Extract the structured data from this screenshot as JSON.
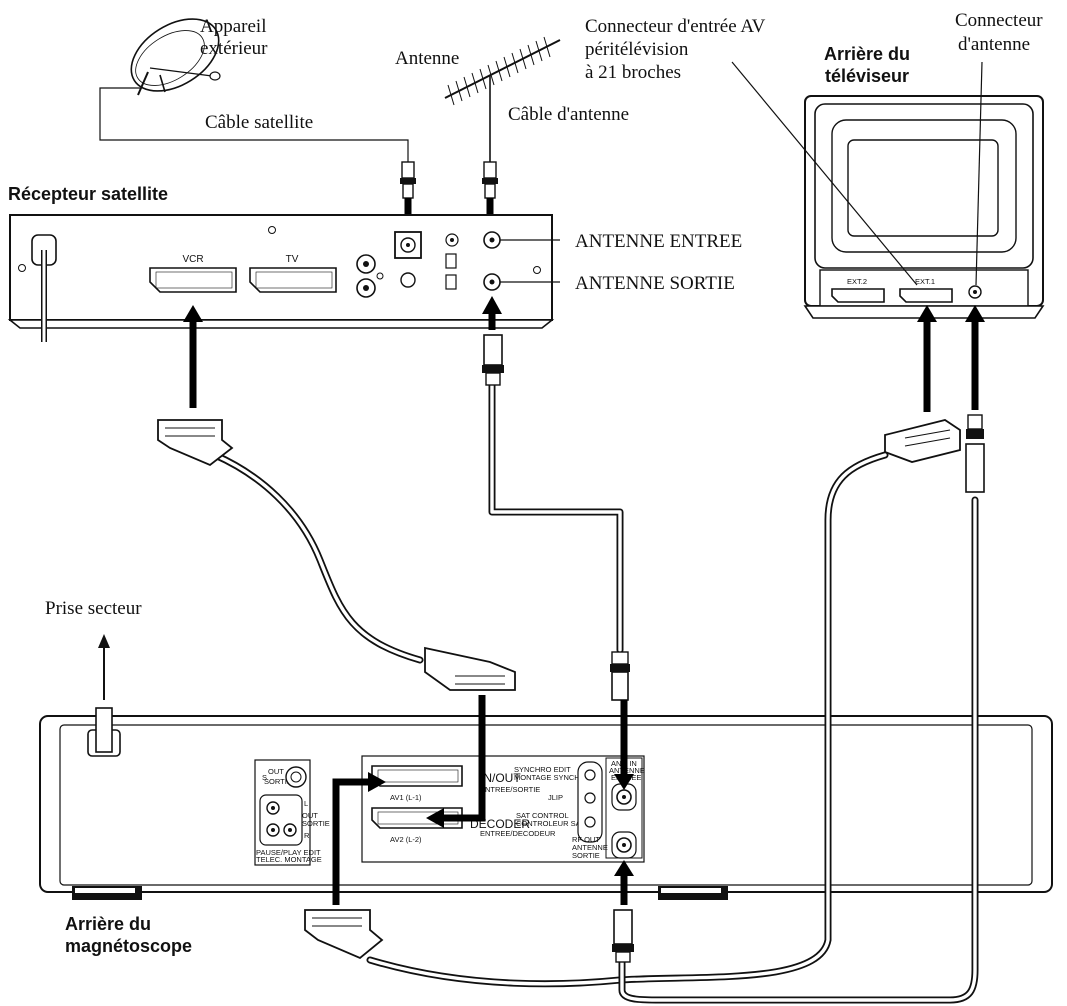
{
  "labels": {
    "outdoor_unit_1": "Appareil",
    "outdoor_unit_2": "extérieur",
    "satellite_cable": "Câble satellite",
    "antenna": "Antenne",
    "antenna_cable": "Câble d'antenne",
    "av_connector_1": "Connecteur d'entrée AV",
    "av_connector_2": "péritélévision",
    "av_connector_3": "à 21 broches",
    "antenna_connector_1": "Connecteur",
    "antenna_connector_2": "d'antenne",
    "tv_back_1": "Arrière du",
    "tv_back_2": "téléviseur",
    "satellite_receiver": "Récepteur satellite",
    "antenna_in": "ANTENNE ENTREE",
    "antenna_out": "ANTENNE SORTIE",
    "mains_socket": "Prise secteur",
    "vcr_back_1": "Arrière du",
    "vcr_back_2": "magnétoscope"
  },
  "satellite_panel": {
    "vcr": "VCR",
    "tv": "TV"
  },
  "tv_panel": {
    "ext2": "EXT.2",
    "ext1": "EXT.1"
  },
  "vcr_panel": {
    "s_out": "S",
    "s_out_2": "OUT",
    "s_sortie": "SORTIE",
    "audio_out_l": "L",
    "audio_out_r": "R",
    "audio_out": "OUT",
    "audio_sortie": "SORTIE",
    "pause_1": "PAUSE/PLAY EDIT",
    "pause_2": "TELEC. MONTAGE",
    "in_out": "IN/OUT",
    "entree_sortie": "ENTREE/SORTIE",
    "av1": "AV1 (L-1)",
    "decoder": "DECODER",
    "entree_decodeur": "ENTREE/DECODEUR",
    "av2": "AV2 (L-2)",
    "synchro_1": "SYNCHRO EDIT",
    "synchro_2": "MONTAGE SYNCHRO",
    "jlip": "JLIP",
    "sat_1": "SAT CONTROL",
    "sat_2": "CONTROLEUR SAT",
    "ant_in_1": "ANT. IN",
    "ant_in_2": "ANTENNE",
    "ant_in_3": "ENTREE",
    "rf_out_1": "RF OUT",
    "rf_out_2": "ANTENNE",
    "rf_out_3": "SORTIE"
  }
}
